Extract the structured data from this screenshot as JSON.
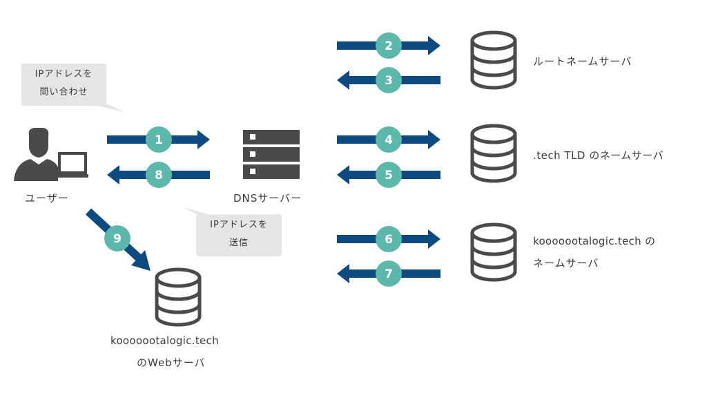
{
  "colors": {
    "arrow": "#0d4a80",
    "badge": "#5bb8aa",
    "icon": "#4a4a4a",
    "bubble": "#e6e5e3"
  },
  "nodes": {
    "user": {
      "label": "ユーザー",
      "icon": "user-with-laptop-icon"
    },
    "dns": {
      "label": "DNSサーバー",
      "icon": "server-rack-icon"
    },
    "root": {
      "label": "ルートネームサーバ",
      "icon": "database-icon"
    },
    "tld": {
      "label": ".tech TLD のネームサーバ",
      "icon": "database-icon"
    },
    "auth": {
      "label_line1": "kooooootalogic.tech の",
      "label_line2": "ネームサーバ",
      "icon": "database-icon"
    },
    "web": {
      "label_line1": "kooooootalogic.tech",
      "label_line2": "のWebサーバ",
      "icon": "database-icon"
    }
  },
  "bubbles": {
    "query": {
      "line1": "IPアドレスを",
      "line2": "問い合わせ"
    },
    "reply": {
      "line1": "IPアドレスを",
      "line2": "送信"
    }
  },
  "steps": [
    {
      "n": "1",
      "from": "user",
      "to": "dns"
    },
    {
      "n": "2",
      "from": "dns",
      "to": "root"
    },
    {
      "n": "3",
      "from": "root",
      "to": "dns"
    },
    {
      "n": "4",
      "from": "dns",
      "to": "tld"
    },
    {
      "n": "5",
      "from": "tld",
      "to": "dns"
    },
    {
      "n": "6",
      "from": "dns",
      "to": "auth"
    },
    {
      "n": "7",
      "from": "auth",
      "to": "dns"
    },
    {
      "n": "8",
      "from": "dns",
      "to": "user"
    },
    {
      "n": "9",
      "from": "user",
      "to": "web"
    }
  ]
}
